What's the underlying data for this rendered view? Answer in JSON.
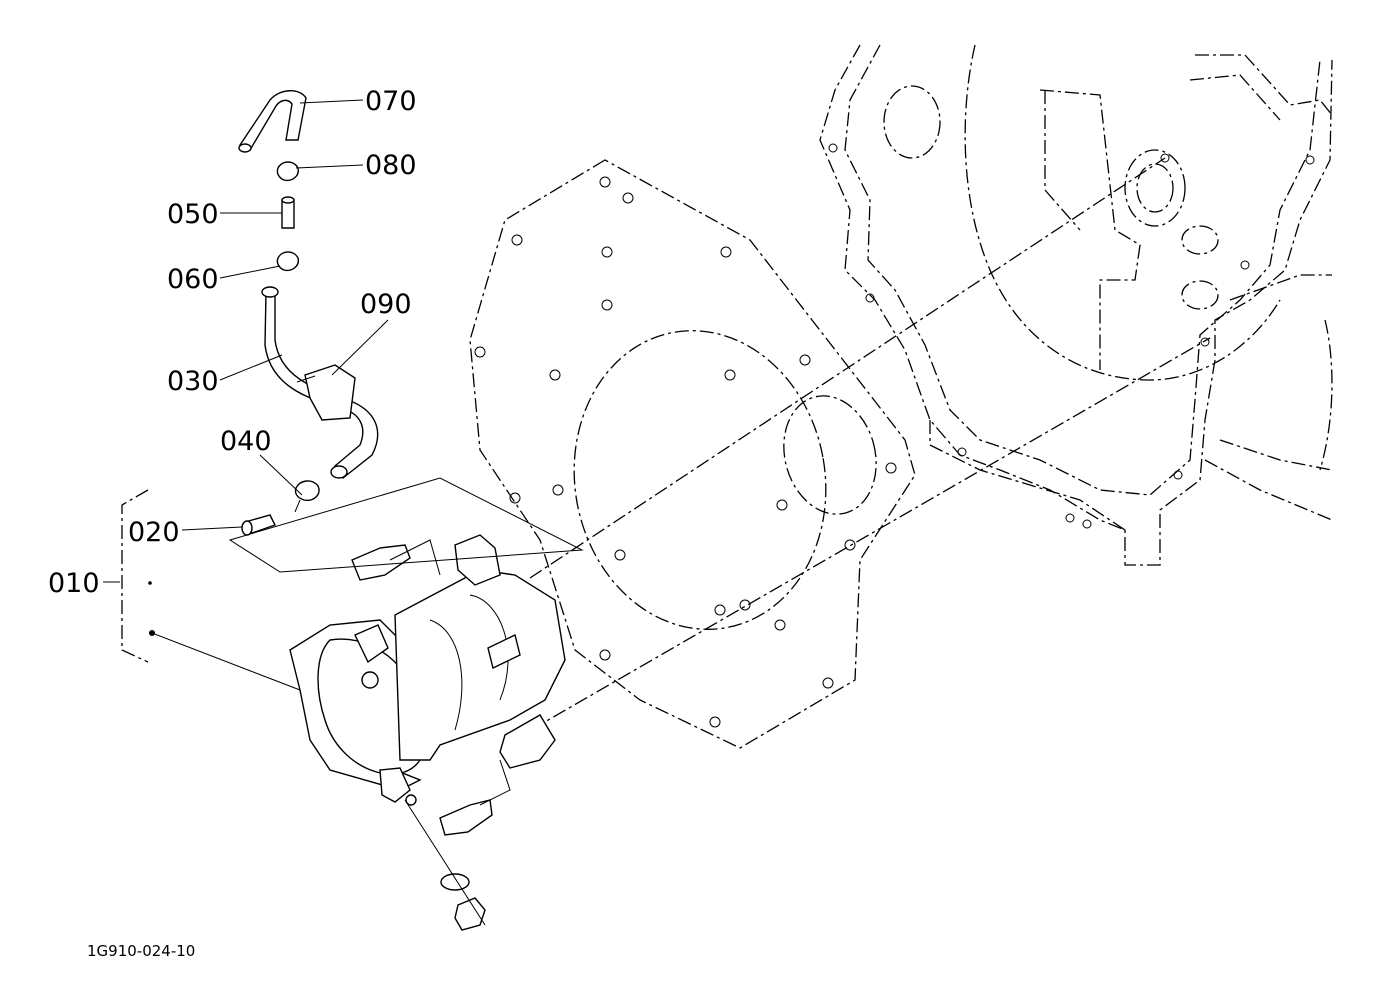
{
  "diagram": {
    "drawing_number": "1G910-024-10",
    "callouts": {
      "p010": "010",
      "p020": "020",
      "p030": "030",
      "p040": "040",
      "p050": "050",
      "p060": "060",
      "p070": "070",
      "p080": "080",
      "p090": "090"
    },
    "colors": {
      "line": "#000000",
      "background": "#ffffff"
    }
  }
}
